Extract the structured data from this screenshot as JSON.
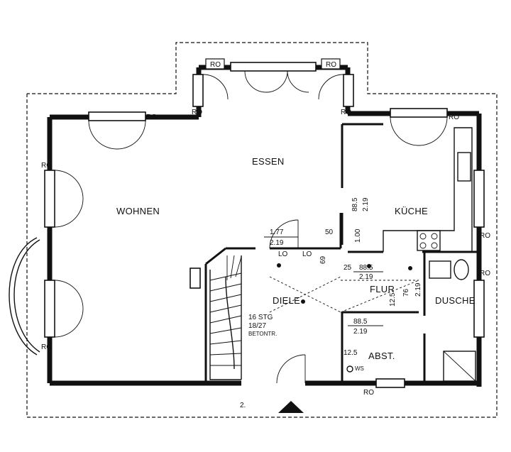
{
  "rooms": {
    "wohnen": "WOHNEN",
    "essen": "ESSEN",
    "kueche": "KÜCHE",
    "diele": "DIELE",
    "flur": "FLUR",
    "dusche": "DUSCHE",
    "abst": "ABST."
  },
  "ro_label": "RO",
  "lo_label": "LO",
  "wc_label": "WS",
  "stair": {
    "steps": "16 STG",
    "ratio": "18/27",
    "type": "BETONTR."
  },
  "dimensions": {
    "door_diele_w": "1.77",
    "door_diele_h": "2.19",
    "niche": "50",
    "kueche_door_w": "88.5",
    "kueche_door_h": "2.19",
    "vertical_100": "1.00",
    "flur_door_w": "88.5",
    "flur_door_h": "2.19",
    "flur_25": "25",
    "flur_69": "69",
    "dusche_76": "76",
    "dusche_219": "2.19",
    "dusche_125": "12.5",
    "abst_door_w": "88.5",
    "abst_door_h": "2.19",
    "abst_125": "12.5"
  },
  "mark_below_entry": "2."
}
